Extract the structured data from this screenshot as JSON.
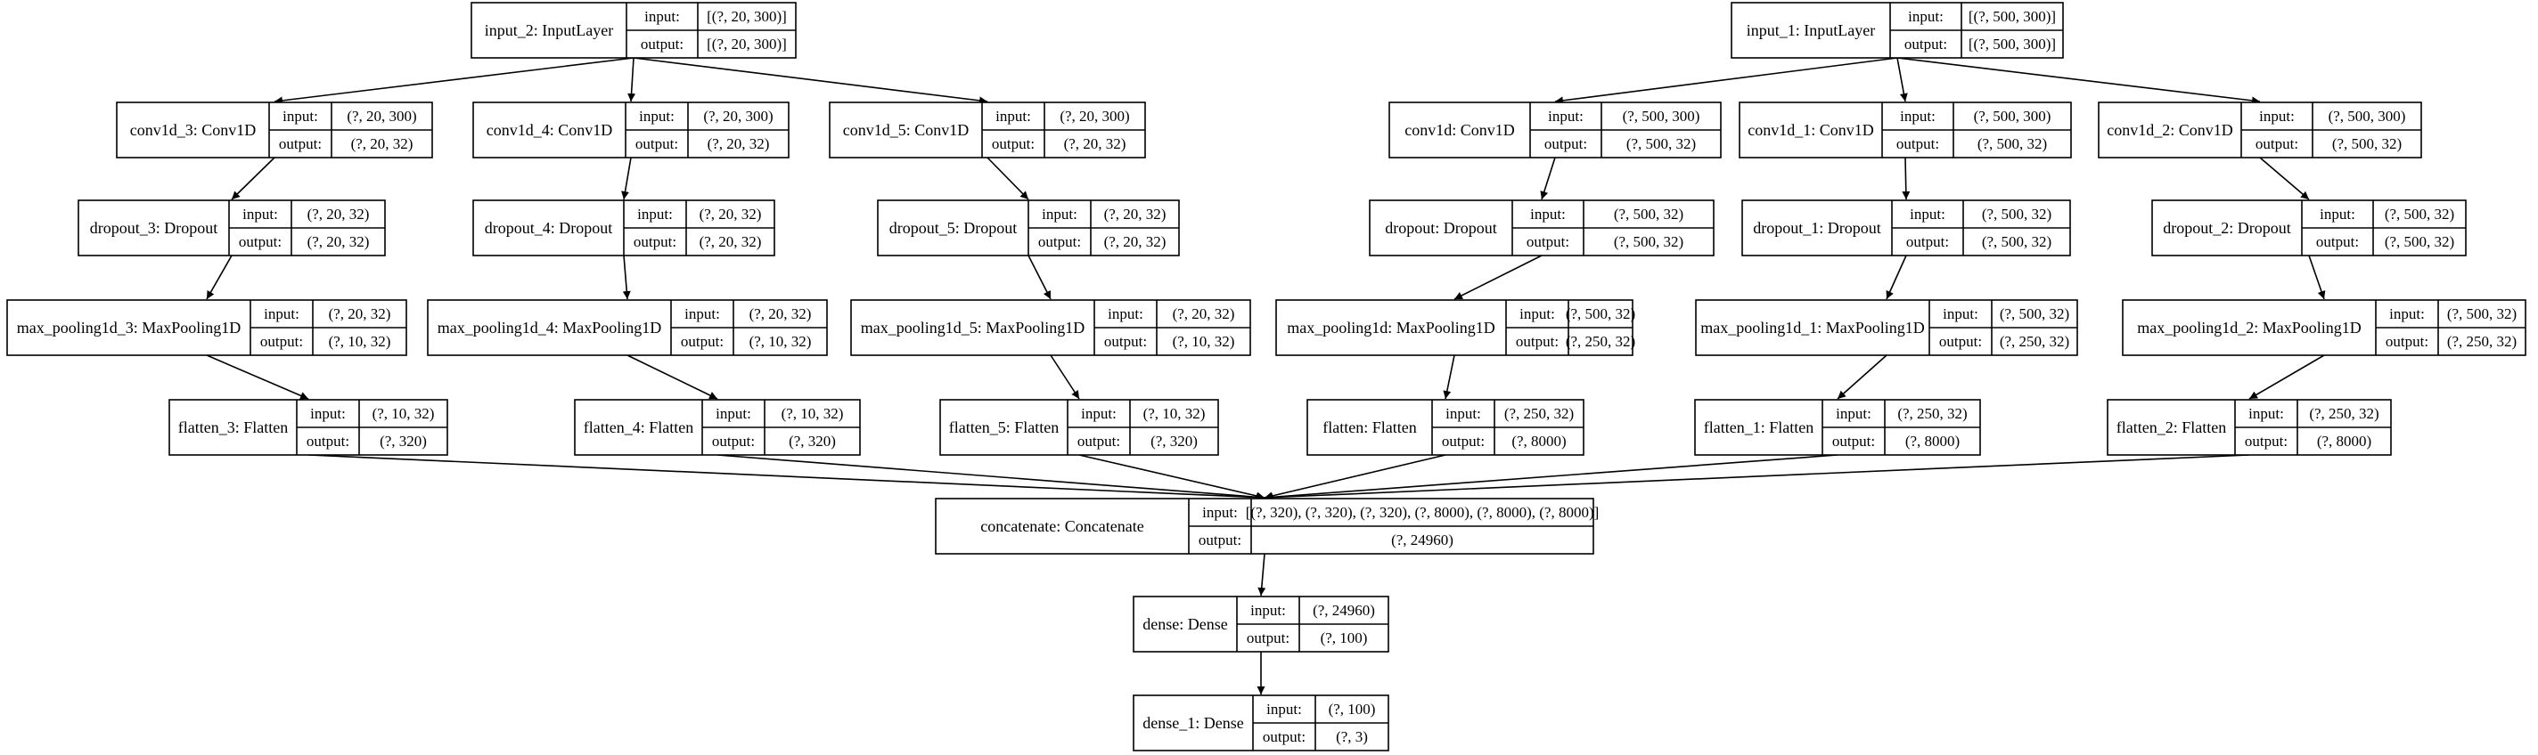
{
  "diagram": {
    "input_label": "input:",
    "output_label": "output:",
    "nodes": [
      {
        "id": "input_2",
        "name": "input_2: InputLayer",
        "input": "[(?, 20, 300)]",
        "output": "[(?, 20, 300)]"
      },
      {
        "id": "conv1d_3",
        "name": "conv1d_3: Conv1D",
        "input": "(?, 20, 300)",
        "output": "(?, 20, 32)"
      },
      {
        "id": "conv1d_4",
        "name": "conv1d_4: Conv1D",
        "input": "(?, 20, 300)",
        "output": "(?, 20, 32)"
      },
      {
        "id": "conv1d_5",
        "name": "conv1d_5: Conv1D",
        "input": "(?, 20, 300)",
        "output": "(?, 20, 32)"
      },
      {
        "id": "dropout_3",
        "name": "dropout_3: Dropout",
        "input": "(?, 20, 32)",
        "output": "(?, 20, 32)"
      },
      {
        "id": "dropout_4",
        "name": "dropout_4: Dropout",
        "input": "(?, 20, 32)",
        "output": "(?, 20, 32)"
      },
      {
        "id": "dropout_5",
        "name": "dropout_5: Dropout",
        "input": "(?, 20, 32)",
        "output": "(?, 20, 32)"
      },
      {
        "id": "max_pooling1d_3",
        "name": "max_pooling1d_3: MaxPooling1D",
        "input": "(?, 20, 32)",
        "output": "(?, 10, 32)"
      },
      {
        "id": "max_pooling1d_4",
        "name": "max_pooling1d_4: MaxPooling1D",
        "input": "(?, 20, 32)",
        "output": "(?, 10, 32)"
      },
      {
        "id": "max_pooling1d_5",
        "name": "max_pooling1d_5: MaxPooling1D",
        "input": "(?, 20, 32)",
        "output": "(?, 10, 32)"
      },
      {
        "id": "flatten_3",
        "name": "flatten_3: Flatten",
        "input": "(?, 10, 32)",
        "output": "(?, 320)"
      },
      {
        "id": "flatten_4",
        "name": "flatten_4: Flatten",
        "input": "(?, 10, 32)",
        "output": "(?, 320)"
      },
      {
        "id": "flatten_5",
        "name": "flatten_5: Flatten",
        "input": "(?, 10, 32)",
        "output": "(?, 320)"
      },
      {
        "id": "input_1",
        "name": "input_1: InputLayer",
        "input": "[(?, 500, 300)]",
        "output": "[(?, 500, 300)]"
      },
      {
        "id": "conv1d",
        "name": "conv1d: Conv1D",
        "input": "(?, 500, 300)",
        "output": "(?, 500, 32)"
      },
      {
        "id": "conv1d_1",
        "name": "conv1d_1: Conv1D",
        "input": "(?, 500, 300)",
        "output": "(?, 500, 32)"
      },
      {
        "id": "conv1d_2",
        "name": "conv1d_2: Conv1D",
        "input": "(?, 500, 300)",
        "output": "(?, 500, 32)"
      },
      {
        "id": "dropout",
        "name": "dropout: Dropout",
        "input": "(?, 500, 32)",
        "output": "(?, 500, 32)"
      },
      {
        "id": "dropout_1",
        "name": "dropout_1: Dropout",
        "input": "(?, 500, 32)",
        "output": "(?, 500, 32)"
      },
      {
        "id": "dropout_2",
        "name": "dropout_2: Dropout",
        "input": "(?, 500, 32)",
        "output": "(?, 500, 32)"
      },
      {
        "id": "max_pooling1d",
        "name": "max_pooling1d: MaxPooling1D",
        "input": "(?, 500, 32)",
        "output": "(?, 250, 32)"
      },
      {
        "id": "max_pooling1d_1",
        "name": "max_pooling1d_1: MaxPooling1D",
        "input": "(?, 500, 32)",
        "output": "(?, 250, 32)"
      },
      {
        "id": "max_pooling1d_2",
        "name": "max_pooling1d_2: MaxPooling1D",
        "input": "(?, 500, 32)",
        "output": "(?, 250, 32)"
      },
      {
        "id": "flatten",
        "name": "flatten: Flatten",
        "input": "(?, 250, 32)",
        "output": "(?, 8000)"
      },
      {
        "id": "flatten_1",
        "name": "flatten_1: Flatten",
        "input": "(?, 250, 32)",
        "output": "(?, 8000)"
      },
      {
        "id": "flatten_2",
        "name": "flatten_2: Flatten",
        "input": "(?, 250, 32)",
        "output": "(?, 8000)"
      },
      {
        "id": "concatenate",
        "name": "concatenate: Concatenate",
        "input": "[(?, 320), (?, 320), (?, 320), (?, 8000), (?, 8000), (?, 8000)]",
        "output": "(?, 24960)"
      },
      {
        "id": "dense",
        "name": "dense: Dense",
        "input": "(?, 24960)",
        "output": "(?, 100)"
      },
      {
        "id": "dense_1",
        "name": "dense_1: Dense",
        "input": "(?, 100)",
        "output": "(?, 3)"
      }
    ],
    "edges": [
      [
        "input_2",
        "conv1d_3"
      ],
      [
        "input_2",
        "conv1d_4"
      ],
      [
        "input_2",
        "conv1d_5"
      ],
      [
        "conv1d_3",
        "dropout_3"
      ],
      [
        "conv1d_4",
        "dropout_4"
      ],
      [
        "conv1d_5",
        "dropout_5"
      ],
      [
        "dropout_3",
        "max_pooling1d_3"
      ],
      [
        "dropout_4",
        "max_pooling1d_4"
      ],
      [
        "dropout_5",
        "max_pooling1d_5"
      ],
      [
        "max_pooling1d_3",
        "flatten_3"
      ],
      [
        "max_pooling1d_4",
        "flatten_4"
      ],
      [
        "max_pooling1d_5",
        "flatten_5"
      ],
      [
        "input_1",
        "conv1d"
      ],
      [
        "input_1",
        "conv1d_1"
      ],
      [
        "input_1",
        "conv1d_2"
      ],
      [
        "conv1d",
        "dropout"
      ],
      [
        "conv1d_1",
        "dropout_1"
      ],
      [
        "conv1d_2",
        "dropout_2"
      ],
      [
        "dropout",
        "max_pooling1d"
      ],
      [
        "dropout_1",
        "max_pooling1d_1"
      ],
      [
        "dropout_2",
        "max_pooling1d_2"
      ],
      [
        "max_pooling1d",
        "flatten"
      ],
      [
        "max_pooling1d_1",
        "flatten_1"
      ],
      [
        "max_pooling1d_2",
        "flatten_2"
      ],
      [
        "flatten_3",
        "concatenate"
      ],
      [
        "flatten_4",
        "concatenate"
      ],
      [
        "flatten_5",
        "concatenate"
      ],
      [
        "flatten",
        "concatenate"
      ],
      [
        "flatten_1",
        "concatenate"
      ],
      [
        "flatten_2",
        "concatenate"
      ],
      [
        "concatenate",
        "dense"
      ],
      [
        "dense",
        "dense_1"
      ]
    ]
  }
}
